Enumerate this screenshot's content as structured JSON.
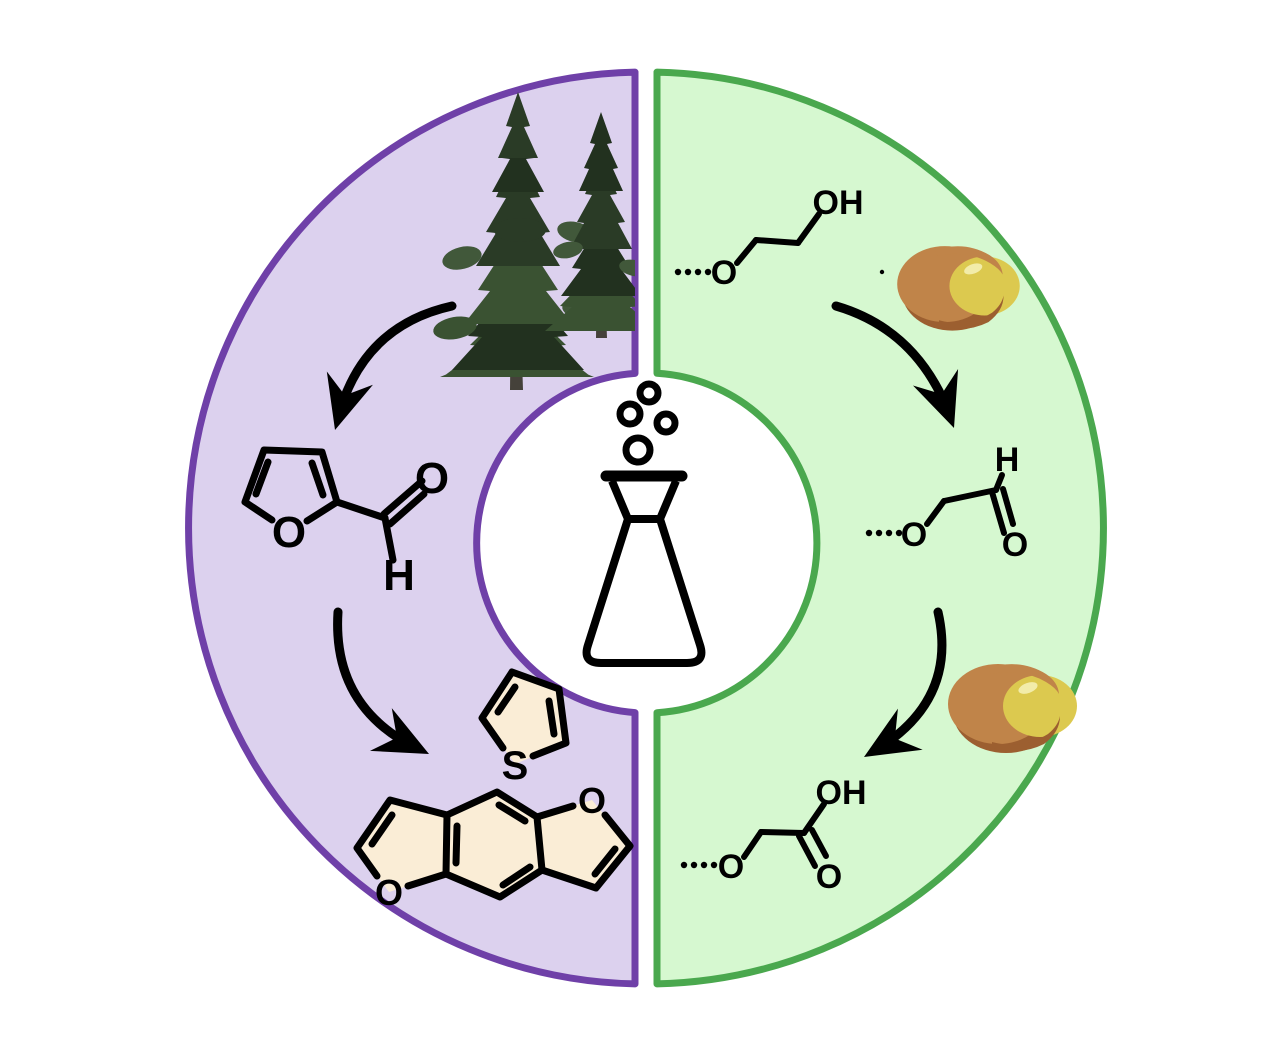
{
  "colors": {
    "background": "#FFFFFF",
    "left_fill": "#DCD1EE",
    "left_border": "#6F40A8",
    "right_fill": "#D6F8D0",
    "right_border": "#4AA84E",
    "line_black": "#000000",
    "molecule_fill": "#FAEDD6",
    "enzyme_body": "#C08449",
    "enzyme_shadow": "#9C5F30",
    "enzyme_ligand": "#DCC94F",
    "enzyme_highlight": "#F2ECA9",
    "tree_foliage_dark": "#22311F",
    "tree_foliage_mid": "#3A5232",
    "tree_trunk": "#45413A"
  },
  "icons": {
    "center": "erlenmeyer-flask-with-bubbles",
    "left_source": "pine-trees",
    "right_catalyst": "enzyme-blob"
  },
  "molecules": {
    "furfural": {
      "ring_o": "O",
      "carbonyl_o": "O",
      "aldehyde_h": "H"
    },
    "thiophene": {
      "sulfur": "S"
    },
    "benzodifuran": {
      "left_o": "O",
      "right_o": "O"
    },
    "peg_alcohol": {
      "ether_o": "O",
      "hydroxyl": "OH"
    },
    "peg_aldehyde": {
      "ether_o": "O",
      "aldehyde_h": "H",
      "carbonyl_o": "O"
    },
    "peg_acid": {
      "ether_o": "O",
      "hydroxyl": "OH",
      "carbonyl_o": "O"
    }
  }
}
